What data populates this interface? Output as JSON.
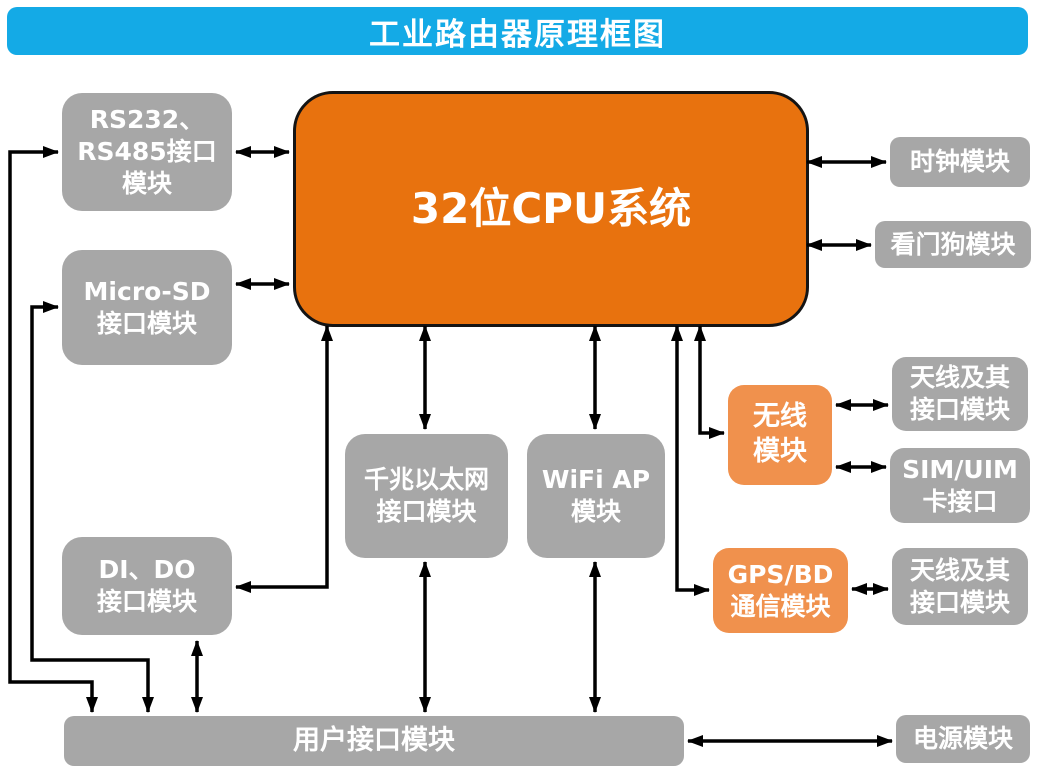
{
  "title": "工业路由器原理框图",
  "colors": {
    "banner": "#14AAE6",
    "cpu_orange": "#E8720E",
    "module_orange": "#F0914D",
    "module_gray": "#A7A7A7",
    "arrow": "#000000",
    "label_text": "#FFFFFF"
  },
  "cpu": {
    "label": "32位CPU系统"
  },
  "modules": {
    "rs232": {
      "label": "RS232、\nRS485接口\n模块"
    },
    "micro_sd": {
      "label": "Micro-SD\n接口模块"
    },
    "di_do": {
      "label": "DI、DO\n接口模块"
    },
    "clock": {
      "label": "时钟模块"
    },
    "watchdog": {
      "label": "看门狗模块"
    },
    "gigabit_ethernet": {
      "label": "千兆以太网\n接口模块"
    },
    "wifi_ap": {
      "label": "WiFi AP\n模块"
    },
    "wireless": {
      "label": "无线\n模块"
    },
    "gps_bd": {
      "label": "GPS/BD\n通信模块"
    },
    "antenna_top": {
      "label": "天线及其\n接口模块"
    },
    "sim_uim": {
      "label": "SIM/UIM\n卡接口"
    },
    "antenna_bottom": {
      "label": "天线及其\n接口模块"
    },
    "user_interface": {
      "label": "用户接口模块"
    },
    "power": {
      "label": "电源模块"
    }
  },
  "connections": [
    {
      "from": "rs232",
      "to": "cpu",
      "bidirectional": true
    },
    {
      "from": "micro_sd",
      "to": "cpu",
      "bidirectional": true
    },
    {
      "from": "cpu",
      "to": "clock",
      "bidirectional": true
    },
    {
      "from": "cpu",
      "to": "watchdog",
      "bidirectional": true
    },
    {
      "from": "cpu",
      "to": "gigabit_ethernet",
      "bidirectional": true
    },
    {
      "from": "cpu",
      "to": "wifi_ap",
      "bidirectional": true
    },
    {
      "from": "cpu",
      "to": "di_do",
      "bidirectional": true
    },
    {
      "from": "cpu",
      "to": "wireless",
      "bidirectional": true
    },
    {
      "from": "cpu",
      "to": "gps_bd",
      "bidirectional": true
    },
    {
      "from": "wireless",
      "to": "antenna_top",
      "bidirectional": true
    },
    {
      "from": "wireless",
      "to": "sim_uim",
      "bidirectional": true
    },
    {
      "from": "gps_bd",
      "to": "antenna_bottom",
      "bidirectional": true
    },
    {
      "from": "rs232",
      "to": "user_interface",
      "bidirectional": true
    },
    {
      "from": "micro_sd",
      "to": "user_interface",
      "bidirectional": true
    },
    {
      "from": "di_do",
      "to": "user_interface",
      "bidirectional": true
    },
    {
      "from": "gigabit_ethernet",
      "to": "user_interface",
      "bidirectional": true
    },
    {
      "from": "wifi_ap",
      "to": "user_interface",
      "bidirectional": true
    },
    {
      "from": "user_interface",
      "to": "power",
      "bidirectional": true
    }
  ]
}
